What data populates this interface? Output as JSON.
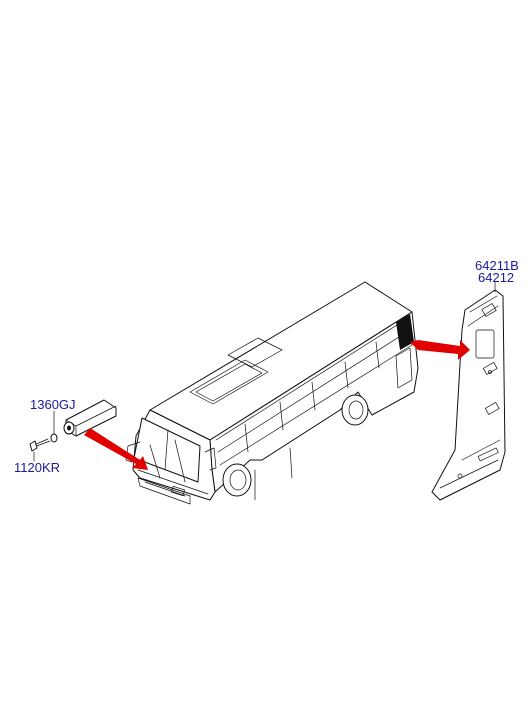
{
  "parts": {
    "pillar_trim_rh": "64211B",
    "pillar_trim_lh": "64212",
    "clip": "1360GJ",
    "screw": "1120KR"
  },
  "colors": {
    "label": "#1a1aa0",
    "arrow": "#e00000",
    "line": "#111111",
    "background": "#ffffff"
  }
}
